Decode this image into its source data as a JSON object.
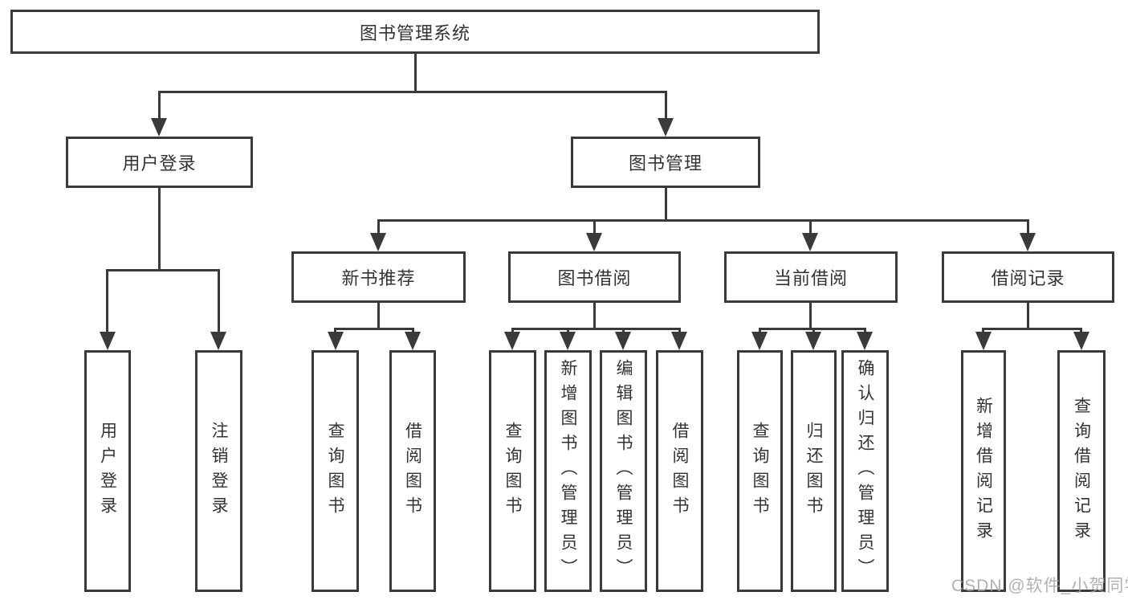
{
  "tree": {
    "label": "图书管理系统",
    "children": [
      {
        "label": "用户登录",
        "children": [
          {
            "label": "用户登录"
          },
          {
            "label": "注销登录"
          }
        ]
      },
      {
        "label": "图书管理",
        "children": [
          {
            "label": "新书推荐",
            "children": [
              {
                "label": "查询图书"
              },
              {
                "label": "借阅图书"
              }
            ]
          },
          {
            "label": "图书借阅",
            "children": [
              {
                "label": "查询图书"
              },
              {
                "label": "新增图书（管理员）"
              },
              {
                "label": "编辑图书（管理员）"
              },
              {
                "label": "借阅图书"
              }
            ]
          },
          {
            "label": "当前借阅",
            "children": [
              {
                "label": "查询图书"
              },
              {
                "label": "归还图书"
              },
              {
                "label": "确认归还（管理员）"
              }
            ]
          },
          {
            "label": "借阅记录",
            "children": [
              {
                "label": "新增借阅记录"
              },
              {
                "label": "查询借阅记录"
              }
            ]
          }
        ]
      }
    ]
  },
  "watermark": {
    "text": "CSDN @软件_小贺同学"
  },
  "colors": {
    "line": "#3a3a3a",
    "text": "#333333",
    "watermark": "#a3a3a3",
    "background": "#ffffff"
  }
}
